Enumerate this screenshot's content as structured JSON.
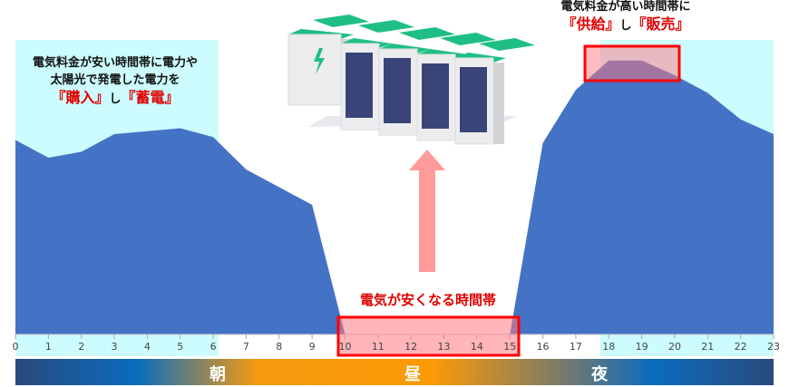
{
  "left_note": {
    "line1": "電気料金が安い時間帯に電力や",
    "line2": "太陽光で発電した電力を",
    "action_a": "『購入』",
    "connector": "し",
    "action_b": "『蓄電』"
  },
  "right_note": {
    "line1": "電気料金が高い時間帯に",
    "action_a": "『供給』",
    "connector": "し",
    "action_b": "『販売』"
  },
  "cheap_label": "電気が安くなる時間帯",
  "time_band": {
    "morning": "朝",
    "noon": "昼",
    "night": "夜"
  },
  "colors": {
    "area": "#4472c4",
    "cyan": "#ccfcfe",
    "highlight": "#ff0000",
    "arrow": "#ff9a9a",
    "battery_top": "#1fbf83"
  },
  "chart_data": {
    "type": "area",
    "x": [
      0,
      1,
      2,
      3,
      4,
      5,
      6,
      7,
      8,
      9,
      10,
      11,
      12,
      13,
      14,
      15,
      16,
      17,
      18,
      19,
      20,
      21,
      22,
      23
    ],
    "values": [
      66,
      60,
      62,
      68,
      69,
      70,
      67,
      56,
      50,
      44,
      0,
      0,
      0,
      0,
      0,
      0,
      65,
      83,
      93,
      93,
      88,
      82,
      73,
      68
    ],
    "tick_labels": [
      "0",
      "1",
      "2",
      "3",
      "4",
      "5",
      "6",
      "7",
      "8",
      "9",
      "10",
      "11",
      "12",
      "13",
      "14",
      "15",
      "16",
      "17",
      "18",
      "19",
      "20",
      "21",
      "22",
      "23"
    ],
    "ylim": [
      0,
      100
    ],
    "cheap_range": [
      10,
      15
    ],
    "peak_range": [
      18,
      20
    ]
  }
}
